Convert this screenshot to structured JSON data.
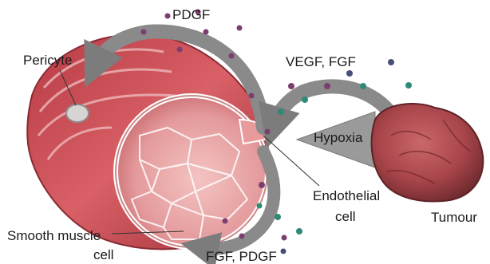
{
  "labels": {
    "pdgf": "PDGF",
    "pericyte": "Pericyte",
    "vegf_fgf": "VEGF, FGF",
    "hypoxia": "Hypoxia",
    "endothelial_line1": "Endothelial",
    "endothelial_line2": "cell",
    "tumour": "Tumour",
    "smooth_line1": "Smooth muscle",
    "smooth_line2": "cell",
    "fgf_pdgf": "FGF, PDGF"
  },
  "colors": {
    "vessel_red": "#c8404a",
    "vessel_pink": "#e9a7a9",
    "arrow_gray": "#8a8a8a",
    "dot_purple": "#7a3e70",
    "dot_teal": "#2f8a78",
    "dot_navy": "#4a4f7a",
    "tumour": "#a8454a"
  }
}
